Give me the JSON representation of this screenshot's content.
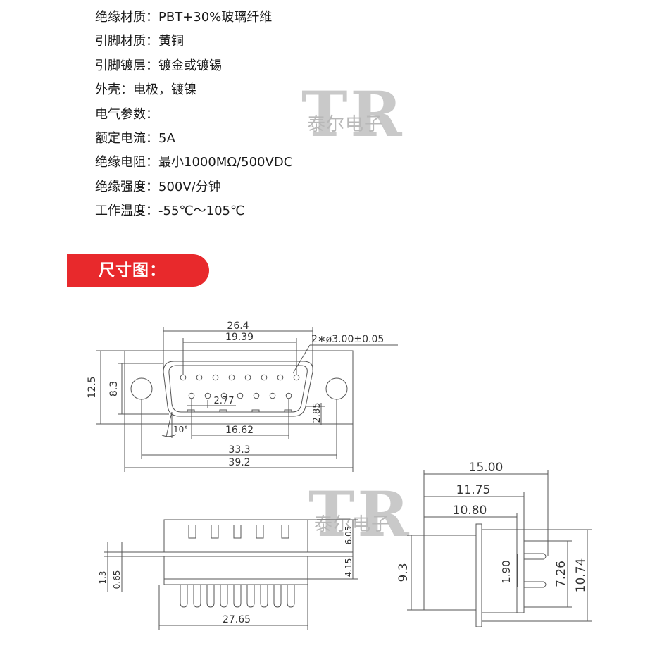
{
  "specs": [
    {
      "label": "绝缘材质：",
      "value": "PBT+30%玻璃纤维"
    },
    {
      "label": "引脚材质：",
      "value": "黄铜"
    },
    {
      "label": "引脚镀层：",
      "value": "镀金或镀锡"
    },
    {
      "label": "外壳：",
      "value": "电极，镀镍"
    },
    {
      "label": "电气参数：",
      "value": ""
    },
    {
      "label": "额定电流：",
      "value": "5A"
    },
    {
      "label": "绝缘电阻：",
      "value": "最小1000MΩ/500VDC"
    },
    {
      "label": "绝缘强度：",
      "value": "500V/分钟"
    },
    {
      "label": "工作温度：",
      "value": "-55℃～105℃"
    }
  ],
  "section_title": "尺寸图：",
  "watermark": {
    "logo": "TR",
    "text": "泰尔电子"
  },
  "colors": {
    "banner": "#e8292c",
    "line": "#555555",
    "text": "#333333"
  },
  "front_view": {
    "dim_26_4": "26.4",
    "dim_19_39": "19.39",
    "hole_note": "2∗ø3.00±0.05",
    "dim_12_5": "12.5",
    "dim_8_3": "8.3",
    "dim_2_77": "2.77",
    "dim_10deg": "10°",
    "dim_16_62": "16.62",
    "dim_2_85": "2.85",
    "dim_33_3": "33.3",
    "dim_39_2": "39.2"
  },
  "bottom_view": {
    "dim_1_3": "1.3",
    "dim_0_65": "0.65",
    "dim_6_05": "6.05",
    "dim_4_15": "4.15",
    "dim_27_65": "27.65"
  },
  "side_view": {
    "dim_15_00": "15.00",
    "dim_11_75": "11.75",
    "dim_10_80": "10.80",
    "dim_9_3": "9.3",
    "dim_1_90": "1.90",
    "dim_7_26": "7.26",
    "dim_10_74": "10.74"
  }
}
